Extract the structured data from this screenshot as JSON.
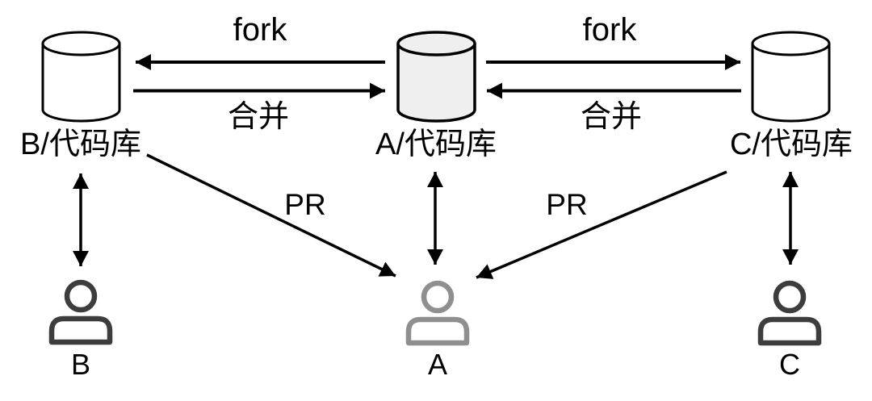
{
  "diagram": {
    "type": "git-fork-merge-pr-workflow",
    "background": "#ffffff",
    "colors": {
      "line": "#000000",
      "text": "#000000",
      "repo_fill": "#ffffff",
      "repo_fill_highlight": "#efefef",
      "user_b": "#3d3d3d",
      "user_a": "#8f8f8f",
      "user_c": "#3d3d3d"
    },
    "repos": [
      {
        "id": "repo-b",
        "label": "B/代码库"
      },
      {
        "id": "repo-a",
        "label": "A/代码库"
      },
      {
        "id": "repo-c",
        "label": "C/代码库"
      }
    ],
    "users": [
      {
        "id": "user-b",
        "label": "B"
      },
      {
        "id": "user-a",
        "label": "A"
      },
      {
        "id": "user-c",
        "label": "C"
      }
    ],
    "edges": {
      "fork_left": {
        "label": "fork",
        "from": "A/代码库",
        "to": "B/代码库"
      },
      "fork_right": {
        "label": "fork",
        "from": "A/代码库",
        "to": "C/代码库"
      },
      "merge_left": {
        "label": "合并",
        "from": "B/代码库",
        "to": "A/代码库"
      },
      "merge_right": {
        "label": "合并",
        "from": "C/代码库",
        "to": "A/代码库"
      },
      "pr_left": {
        "label": "PR",
        "from": "B/代码库",
        "to": "A"
      },
      "pr_right": {
        "label": "PR",
        "from": "C/代码库",
        "to": "A"
      },
      "sync_b": {
        "label": "",
        "from": "B/代码库",
        "to": "B"
      },
      "sync_a": {
        "label": "",
        "from": "A/代码库",
        "to": "A"
      },
      "sync_c": {
        "label": "",
        "from": "C/代码库",
        "to": "C"
      }
    }
  }
}
